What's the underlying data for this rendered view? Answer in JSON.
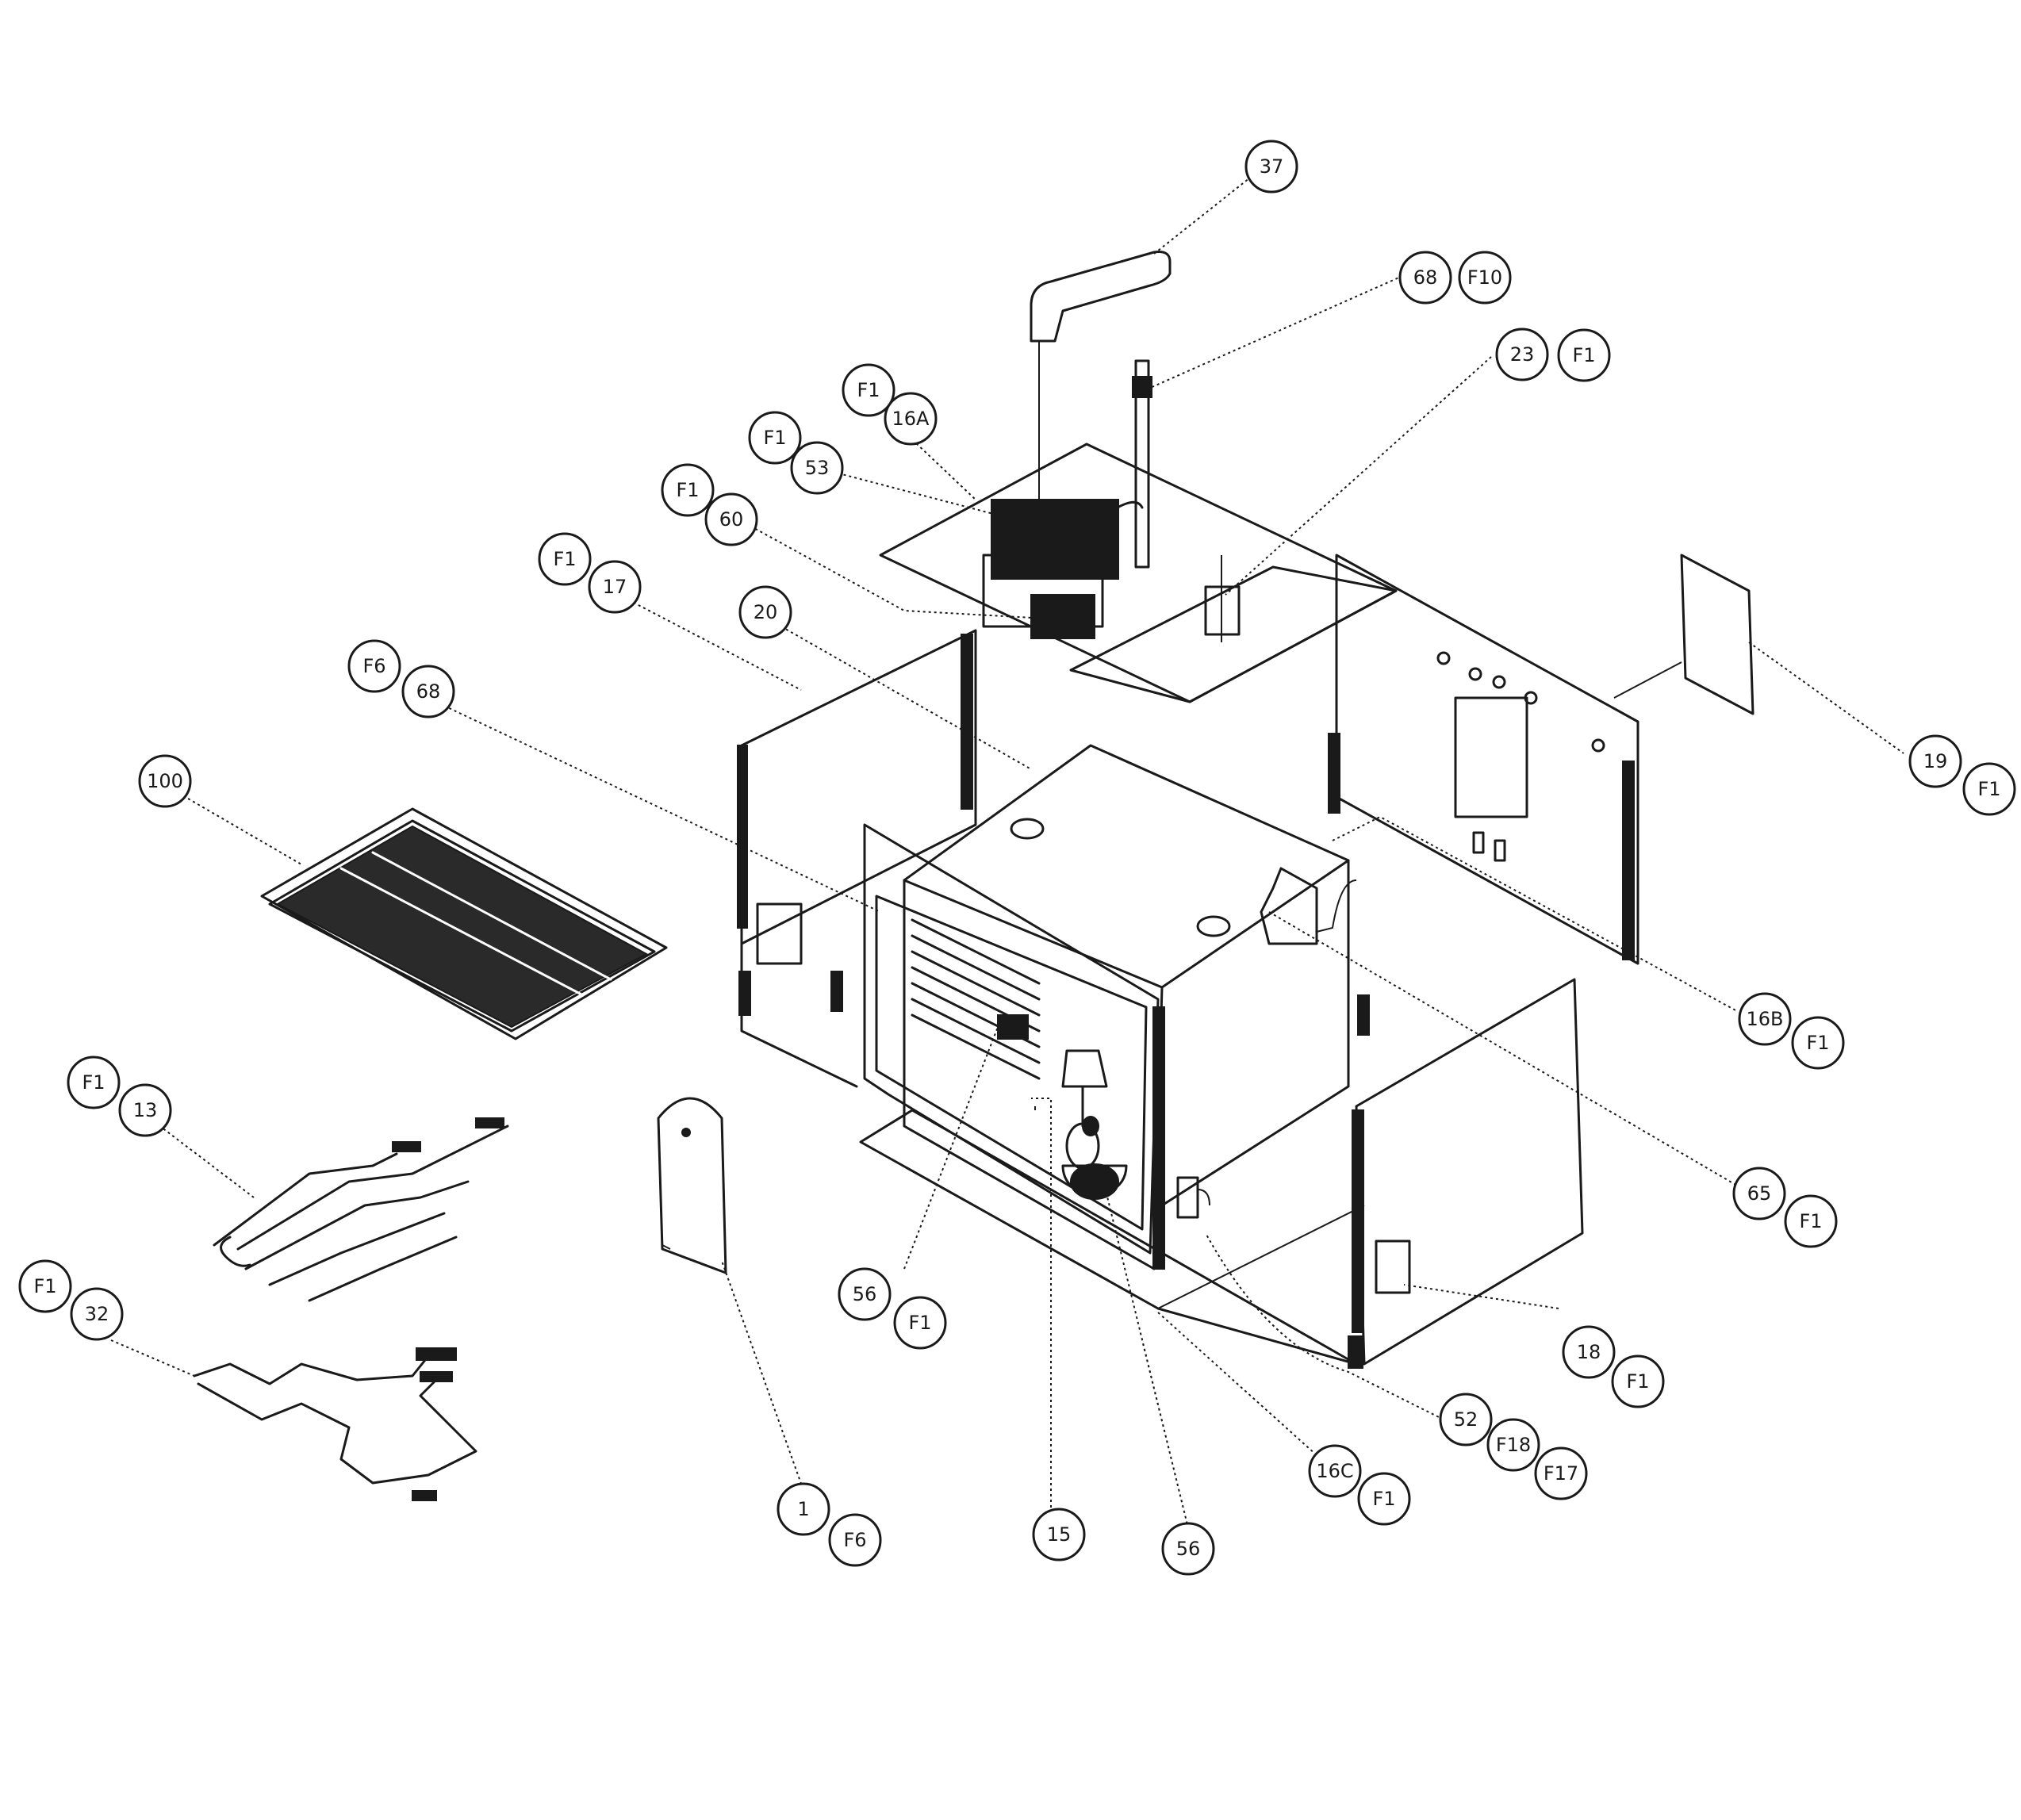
{
  "callouts": [
    {
      "id": "c37",
      "label": "37"
    },
    {
      "id": "c68a",
      "label": "68"
    },
    {
      "id": "cF10",
      "label": "F10"
    },
    {
      "id": "c23",
      "label": "23"
    },
    {
      "id": "cF1_23",
      "label": "F1"
    },
    {
      "id": "cF1_16a",
      "label": "F1"
    },
    {
      "id": "c16a",
      "label": "16A"
    },
    {
      "id": "cF1_53",
      "label": "F1"
    },
    {
      "id": "c53",
      "label": "53"
    },
    {
      "id": "cF1_60",
      "label": "F1"
    },
    {
      "id": "c60",
      "label": "60"
    },
    {
      "id": "cF1_17",
      "label": "F1"
    },
    {
      "id": "c17",
      "label": "17"
    },
    {
      "id": "c20",
      "label": "20"
    },
    {
      "id": "cF6_68",
      "label": "F6"
    },
    {
      "id": "c68b",
      "label": "68"
    },
    {
      "id": "c100",
      "label": "100"
    },
    {
      "id": "c19",
      "label": "19"
    },
    {
      "id": "cF1_19",
      "label": "F1"
    },
    {
      "id": "c16b",
      "label": "16B"
    },
    {
      "id": "cF1_16b",
      "label": "F1"
    },
    {
      "id": "cF1_13",
      "label": "F1"
    },
    {
      "id": "c13",
      "label": "13"
    },
    {
      "id": "cF1_32",
      "label": "F1"
    },
    {
      "id": "c32",
      "label": "32"
    },
    {
      "id": "c65",
      "label": "65"
    },
    {
      "id": "cF1_65",
      "label": "F1"
    },
    {
      "id": "c56a",
      "label": "56"
    },
    {
      "id": "cF1_56",
      "label": "F1"
    },
    {
      "id": "c18",
      "label": "18"
    },
    {
      "id": "cF1_18",
      "label": "F1"
    },
    {
      "id": "c52",
      "label": "52"
    },
    {
      "id": "cF18",
      "label": "F18"
    },
    {
      "id": "cF17",
      "label": "F17"
    },
    {
      "id": "c16c",
      "label": "16C"
    },
    {
      "id": "cF1_16c",
      "label": "F1"
    },
    {
      "id": "c1",
      "label": "1"
    },
    {
      "id": "cF6_1",
      "label": "F6"
    },
    {
      "id": "c15",
      "label": "15"
    },
    {
      "id": "c56b",
      "label": "56"
    }
  ]
}
